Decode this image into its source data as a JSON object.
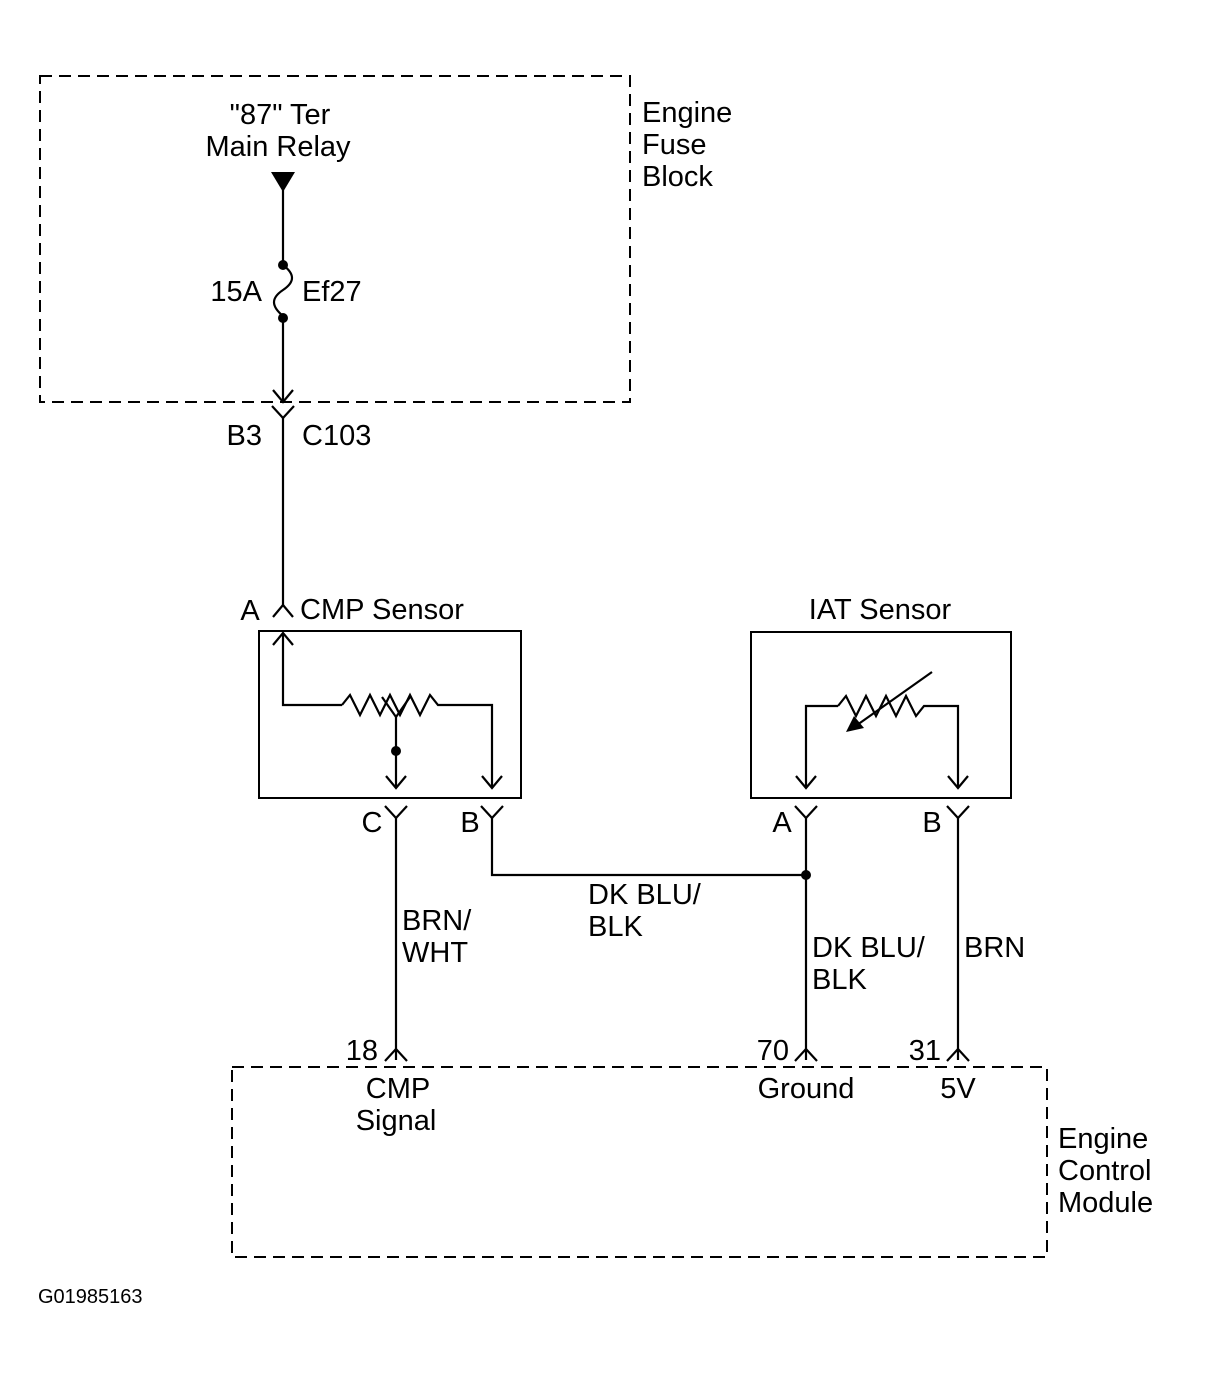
{
  "engine_fuse_block": {
    "name_lines": [
      "Engine",
      "Fuse",
      "Block"
    ],
    "source_lines": [
      "\"87\" Ter",
      "Main Relay"
    ],
    "fuse_rating": "15A",
    "fuse_id": "Ef27"
  },
  "connector_c103": {
    "pin": "B3",
    "id": "C103"
  },
  "cmp_sensor": {
    "title": "CMP Sensor",
    "pin_a": "A",
    "pin_c": "C",
    "pin_b": "B"
  },
  "iat_sensor": {
    "title": "IAT Sensor",
    "pin_a": "A",
    "pin_b": "B"
  },
  "wires": {
    "cmp_signal_wire": [
      "BRN/",
      "WHT"
    ],
    "cmp_ground_wire": [
      "DK BLU/",
      "BLK"
    ],
    "iat_ground_wire": [
      "DK BLU/",
      "BLK"
    ],
    "iat_5v_wire": "BRN"
  },
  "ecm": {
    "name_lines": [
      "Engine",
      "Control",
      "Module"
    ],
    "pin_18": "18",
    "pin_18_label": [
      "CMP",
      "Signal"
    ],
    "pin_70": "70",
    "pin_70_label": "Ground",
    "pin_31": "31",
    "pin_31_label": "5V"
  },
  "figure_id": "G01985163"
}
